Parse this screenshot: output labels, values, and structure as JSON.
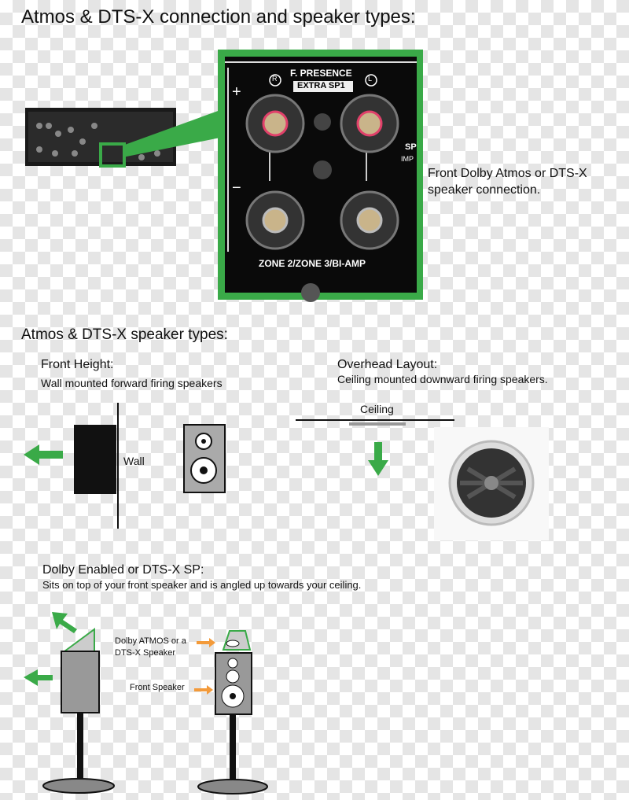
{
  "title": "Atmos & DTS-X connection and speaker types:",
  "panel": {
    "presence": "F. PRESENCE",
    "extra": "EXTRA SP1",
    "right": "R",
    "left": "L",
    "plus": "+",
    "minus": "−",
    "zone": "ZONE 2/ZONE 3/BI-AMP",
    "sp": "SP",
    "imp": "IMP"
  },
  "connection_caption": [
    "Front Dolby Atmos or DTS-X",
    "speaker connection."
  ],
  "types_heading": "Atmos & DTS-X speaker types:",
  "front_height": {
    "title": "Front Height:",
    "desc": "Wall mounted forward firing speakers",
    "wall": "Wall"
  },
  "overhead": {
    "title": "Overhead Layout:",
    "desc": "Ceiling mounted downward firing speakers.",
    "ceiling": "Ceiling"
  },
  "enabled": {
    "title": "Dolby Enabled or DTS-X SP:",
    "desc": "Sits on top of your front speaker and is angled up towards your ceiling.",
    "atmos_label": [
      "Dolby ATMOS or a",
      "DTS-X Speaker"
    ],
    "front_label": "Front Speaker"
  },
  "colors": {
    "green": "#3aaa48",
    "orange": "#f39a3a"
  }
}
